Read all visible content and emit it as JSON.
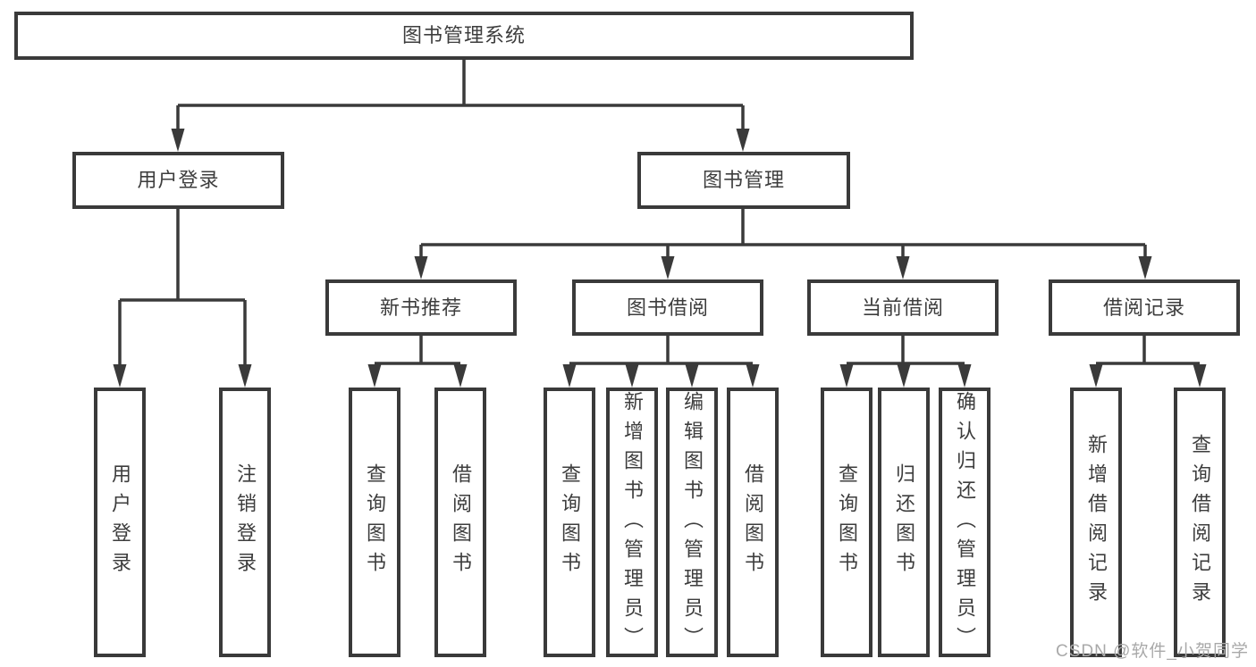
{
  "diagram_type": "hierarchy-tree",
  "colors": {
    "line": "#3a3a3a",
    "box_border": "#3a3a3a",
    "text": "#3d3d3d",
    "background": "#ffffff",
    "watermark": "#a9a9a9"
  },
  "tree": {
    "label": "图书管理系统",
    "children": [
      {
        "label": "用户登录",
        "children": [
          {
            "label": "用户登录"
          },
          {
            "label": "注销登录"
          }
        ]
      },
      {
        "label": "图书管理",
        "children": [
          {
            "label": "新书推荐",
            "children": [
              {
                "label": "查询图书"
              },
              {
                "label": "借阅图书"
              }
            ]
          },
          {
            "label": "图书借阅",
            "children": [
              {
                "label": "查询图书"
              },
              {
                "label": "新增图书（管理员）"
              },
              {
                "label": "编辑图书（管理员）"
              },
              {
                "label": "借阅图书"
              }
            ]
          },
          {
            "label": "当前借阅",
            "children": [
              {
                "label": "查询图书"
              },
              {
                "label": "归还图书"
              },
              {
                "label": "确认归还（管理员）"
              }
            ]
          },
          {
            "label": "借阅记录",
            "children": [
              {
                "label": "新增借阅记录"
              },
              {
                "label": "查询借阅记录"
              }
            ]
          }
        ]
      }
    ]
  },
  "watermark": "CSDN @软件_小贺同学"
}
